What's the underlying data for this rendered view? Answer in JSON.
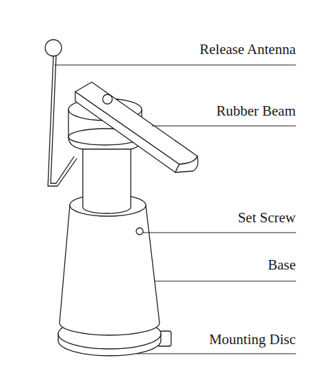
{
  "diagram": {
    "labels": [
      "Release Antenna",
      "Rubber Beam",
      "Set Screw",
      "Base",
      "Mounting Disc"
    ]
  }
}
